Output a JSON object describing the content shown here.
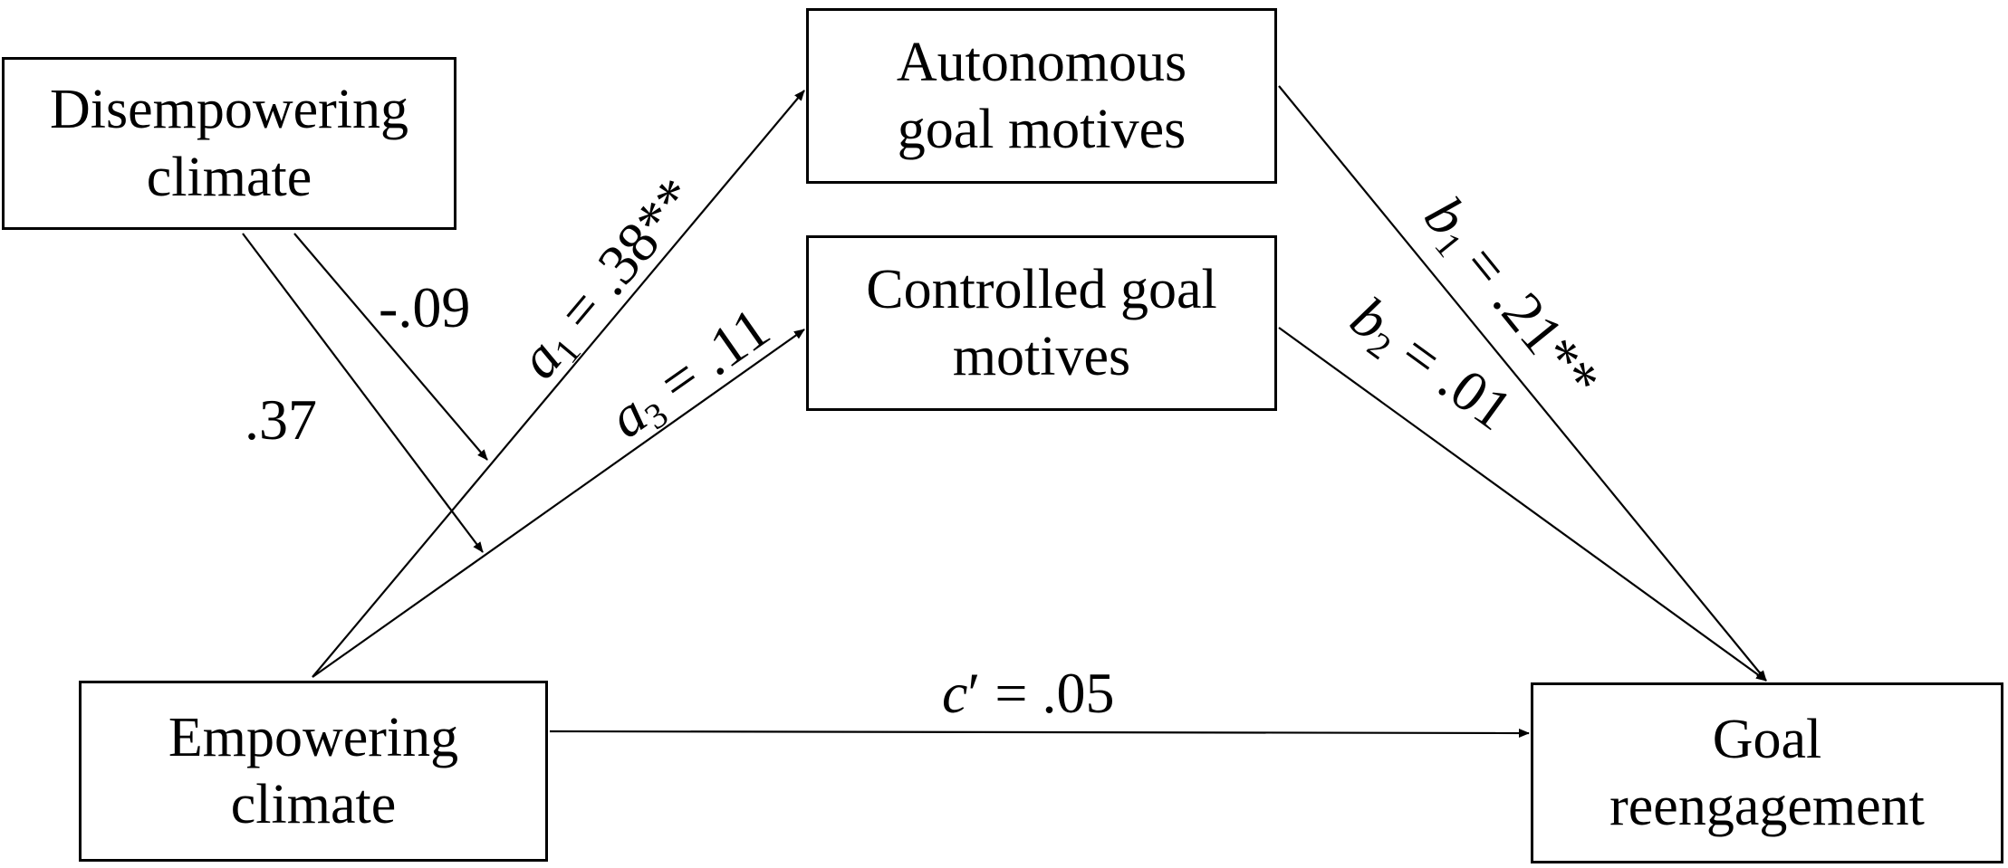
{
  "nodes": {
    "disempowering": {
      "line1": "Disempowering",
      "line2": "climate"
    },
    "autonomous": {
      "line1": "Autonomous",
      "line2": "goal motives"
    },
    "controlled": {
      "line1": "Controlled goal",
      "line2": "motives"
    },
    "empowering": {
      "line1": "Empowering",
      "line2": "climate"
    },
    "goal": {
      "line1": "Goal",
      "line2": "reengagement"
    }
  },
  "paths": {
    "moderator_a1": "-.09",
    "moderator_a3": ".37",
    "a1": {
      "symbol": "a",
      "sub": "1",
      "value": " = .38**"
    },
    "a3": {
      "symbol": "a",
      "sub": "3",
      "value": " = .11"
    },
    "b1": {
      "symbol": "b",
      "sub": "1",
      "value": " = .21**"
    },
    "b2": {
      "symbol": "b",
      "sub": "2",
      "value": " = .01"
    },
    "c_prime": {
      "symbol": "c",
      "prime": "′",
      "value": " = .05"
    }
  },
  "colors": {
    "line": "#000000",
    "background": "#ffffff"
  }
}
